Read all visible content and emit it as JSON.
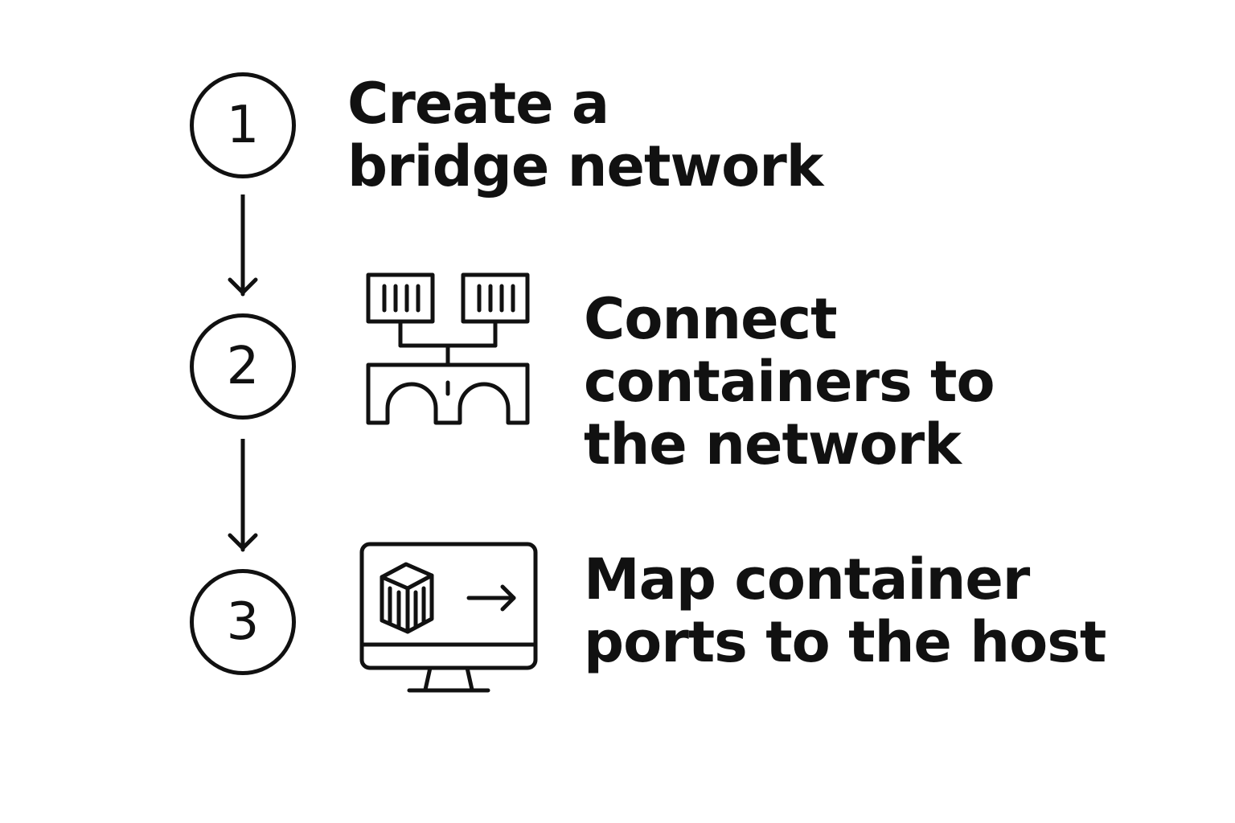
{
  "steps": [
    {
      "number": "1",
      "lines": [
        "Create a",
        "bridge network"
      ]
    },
    {
      "number": "2",
      "lines": [
        "Connect",
        "containers to",
        "the network"
      ]
    },
    {
      "number": "3",
      "lines": [
        "Map container",
        "ports to the host"
      ]
    }
  ],
  "icons": {
    "step2": "network-bridge-icon",
    "step3": "container-to-monitor-icon",
    "connectors": "arrow-down-icon"
  },
  "colors": {
    "stroke": "#111111",
    "background": "#ffffff"
  }
}
